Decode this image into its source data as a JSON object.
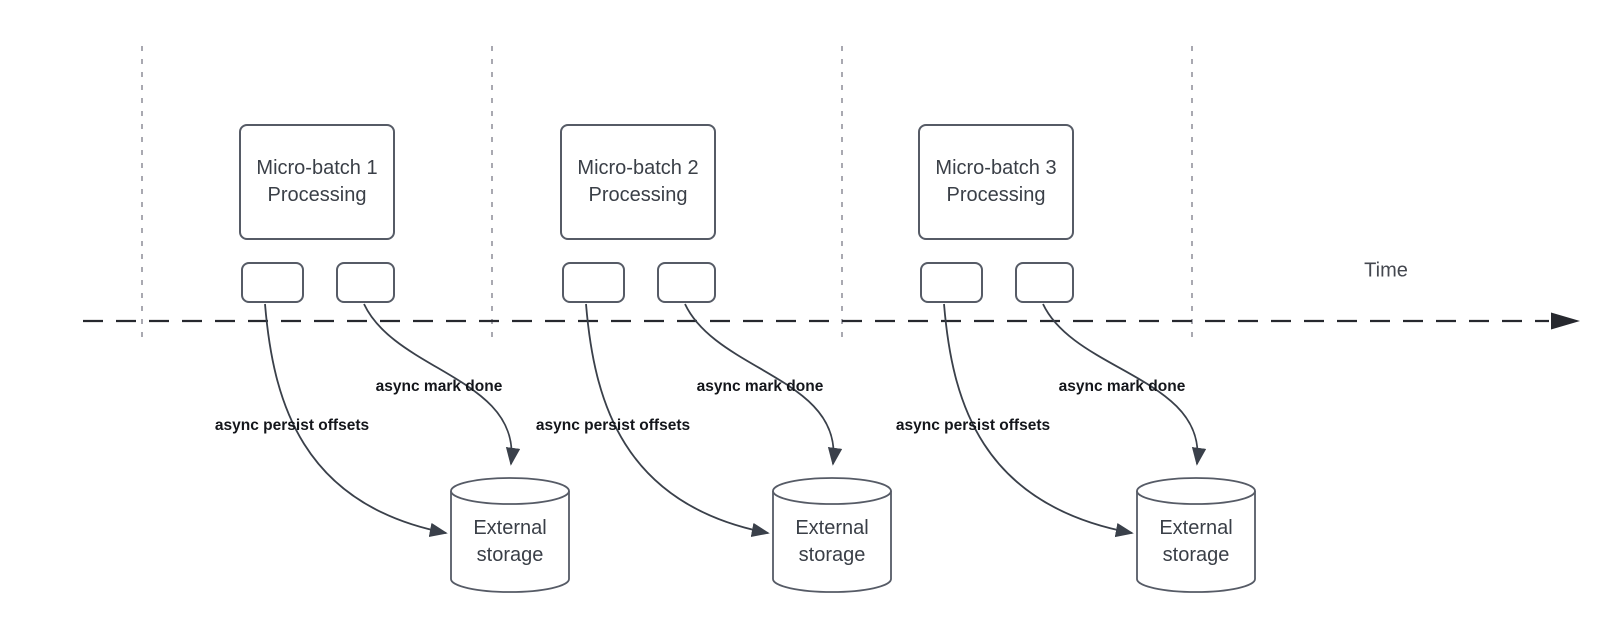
{
  "timeline": {
    "label": "Time"
  },
  "batches": [
    {
      "name": "Micro-batch 1",
      "subtitle": "Processing",
      "offsets_label": "async persist offsets",
      "done_label": "async mark done",
      "storage_line1": "External",
      "storage_line2": "storage"
    },
    {
      "name": "Micro-batch 2",
      "subtitle": "Processing",
      "offsets_label": "async persist offsets",
      "done_label": "async mark done",
      "storage_line1": "External",
      "storage_line2": "storage"
    },
    {
      "name": "Micro-batch 3",
      "subtitle": "Processing",
      "offsets_label": "async persist offsets",
      "done_label": "async mark done",
      "storage_line1": "External",
      "storage_line2": "storage"
    }
  ],
  "colors": {
    "shape_border": "#565b66",
    "flow_arrow": "#3a404a",
    "timeline_axis": "#26282e",
    "time_guide": "#a9a9b1",
    "shape_text": "#3a3f47",
    "flow_label_text": "#14161b",
    "background": "#ffffff"
  }
}
